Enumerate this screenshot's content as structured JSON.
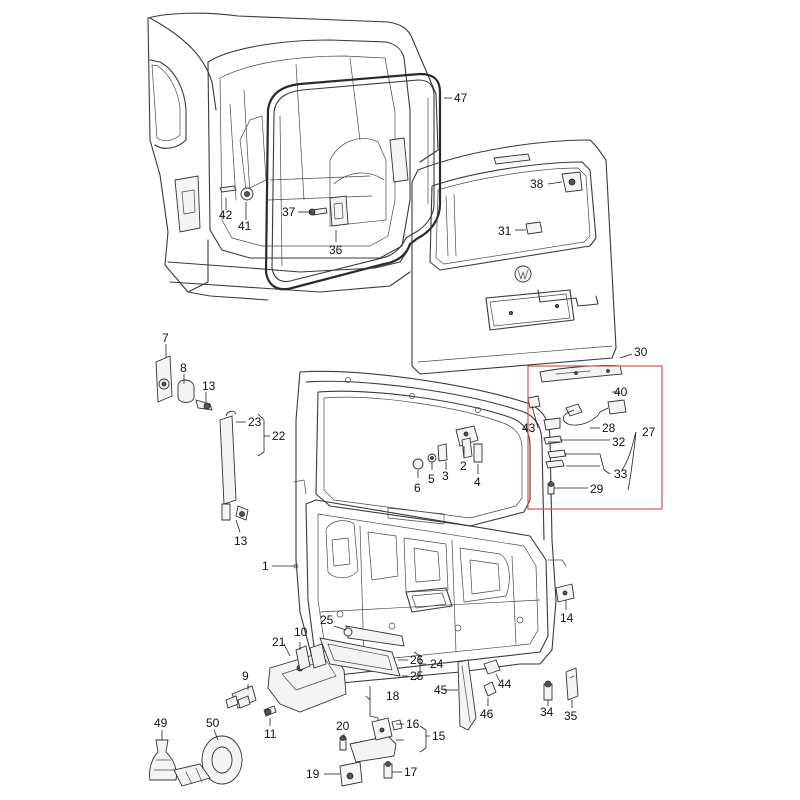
{
  "diagram": {
    "highlight_color": "#d9534f",
    "part_numbers": {
      "p1": "1",
      "p2": "2",
      "p3": "3",
      "p4": "4",
      "p5": "5",
      "p6": "6",
      "p7": "7",
      "p8": "8",
      "p9": "9",
      "p10": "10",
      "p11": "11",
      "p13a": "13",
      "p13b": "13",
      "p14": "14",
      "p15": "15",
      "p16": "16",
      "p17": "17",
      "p18": "18",
      "p19": "19",
      "p20": "20",
      "p21": "21",
      "p22": "22",
      "p23": "23",
      "p24": "24",
      "p25a": "25",
      "p25b": "25",
      "p26": "26",
      "p27": "27",
      "p28": "28",
      "p29": "29",
      "p30": "30",
      "p31": "31",
      "p32": "32",
      "p33": "33",
      "p34": "34",
      "p35": "35",
      "p36": "36",
      "p37": "37",
      "p38": "38",
      "p40": "40",
      "p41": "41",
      "p42": "42",
      "p43": "43",
      "p44": "44",
      "p45": "45",
      "p46": "46",
      "p47": "47",
      "p49": "49",
      "p50": "50"
    }
  }
}
